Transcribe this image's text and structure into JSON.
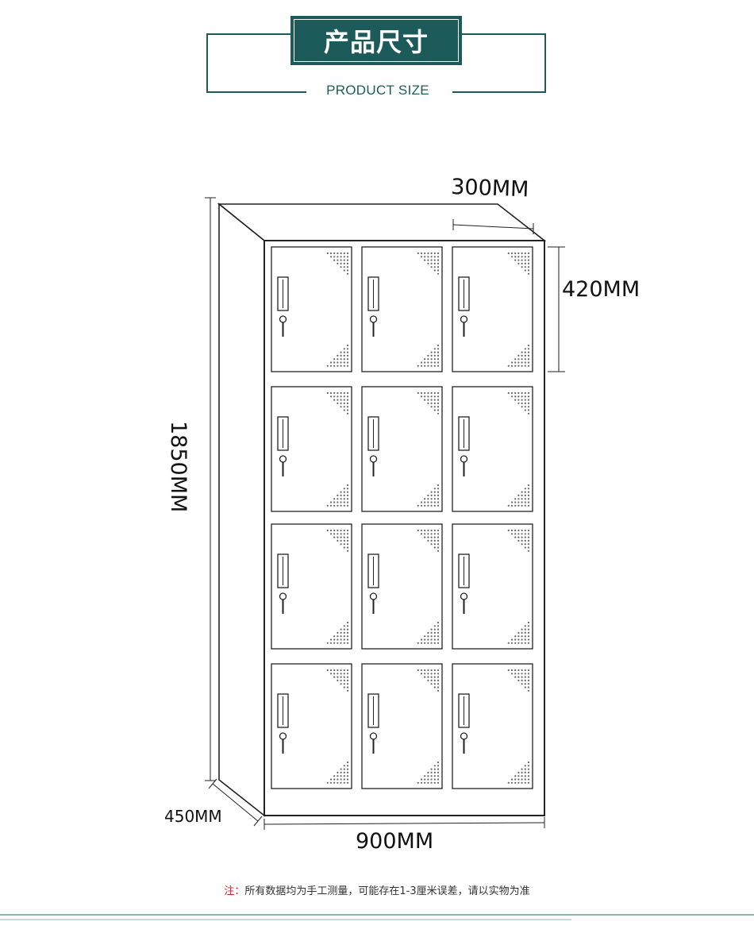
{
  "header": {
    "title": "产品尺寸",
    "subtitle": "PRODUCT SIZE"
  },
  "dimensions": {
    "depth_top": "300MM",
    "door_height": "420MM",
    "total_height": "1850MM",
    "depth_bottom": "450MM",
    "width": "900MM"
  },
  "cabinet": {
    "rows": 4,
    "columns": 3
  },
  "note": {
    "prefix": "注：",
    "text": "所有数据均为手工测量，可能存在1-3厘米误差，请以实物为准"
  },
  "colors": {
    "brand": "#1d5b5b",
    "note_mark": "#d21e1e",
    "footer_line": "#8fb3b3"
  }
}
